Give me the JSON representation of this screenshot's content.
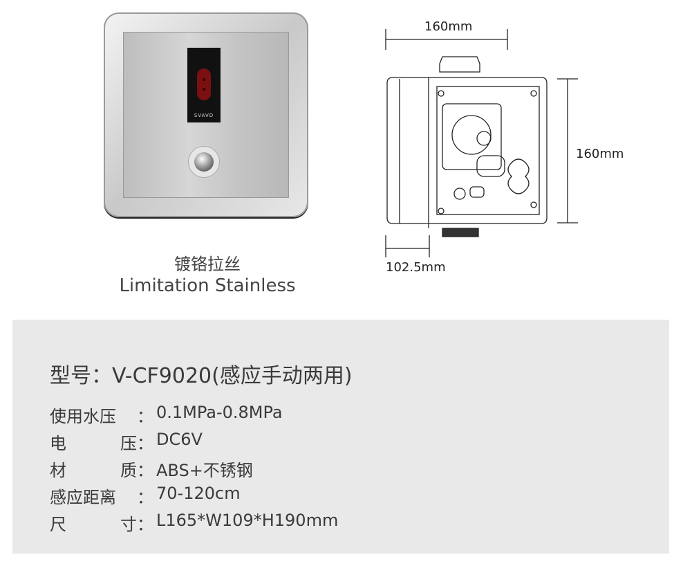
{
  "product_image": {
    "brand_logo": "SVAVD",
    "finish_cn": "镀铬拉丝",
    "finish_en": "Limitation Stainless"
  },
  "diagram": {
    "width_label": "160mm",
    "height_label": "160mm",
    "depth_label": "102.5mm"
  },
  "specs": {
    "title": "型号：V-CF9020(感应手动两用)",
    "rows": [
      {
        "label_parts": [
          "使用水压"
        ],
        "colon": "：",
        "value": "0.1MPa-0.8MPa"
      },
      {
        "label_parts": [
          "电",
          "压"
        ],
        "colon": "：",
        "value": "DC6V"
      },
      {
        "label_parts": [
          "材",
          "质"
        ],
        "colon": "：",
        "value": "ABS+不锈钢"
      },
      {
        "label_parts": [
          "感应距离"
        ],
        "colon": "：",
        "value": "70-120cm"
      },
      {
        "label_parts": [
          "尺",
          "寸"
        ],
        "colon": "：",
        "value": "L165*W109*H190mm"
      }
    ]
  }
}
